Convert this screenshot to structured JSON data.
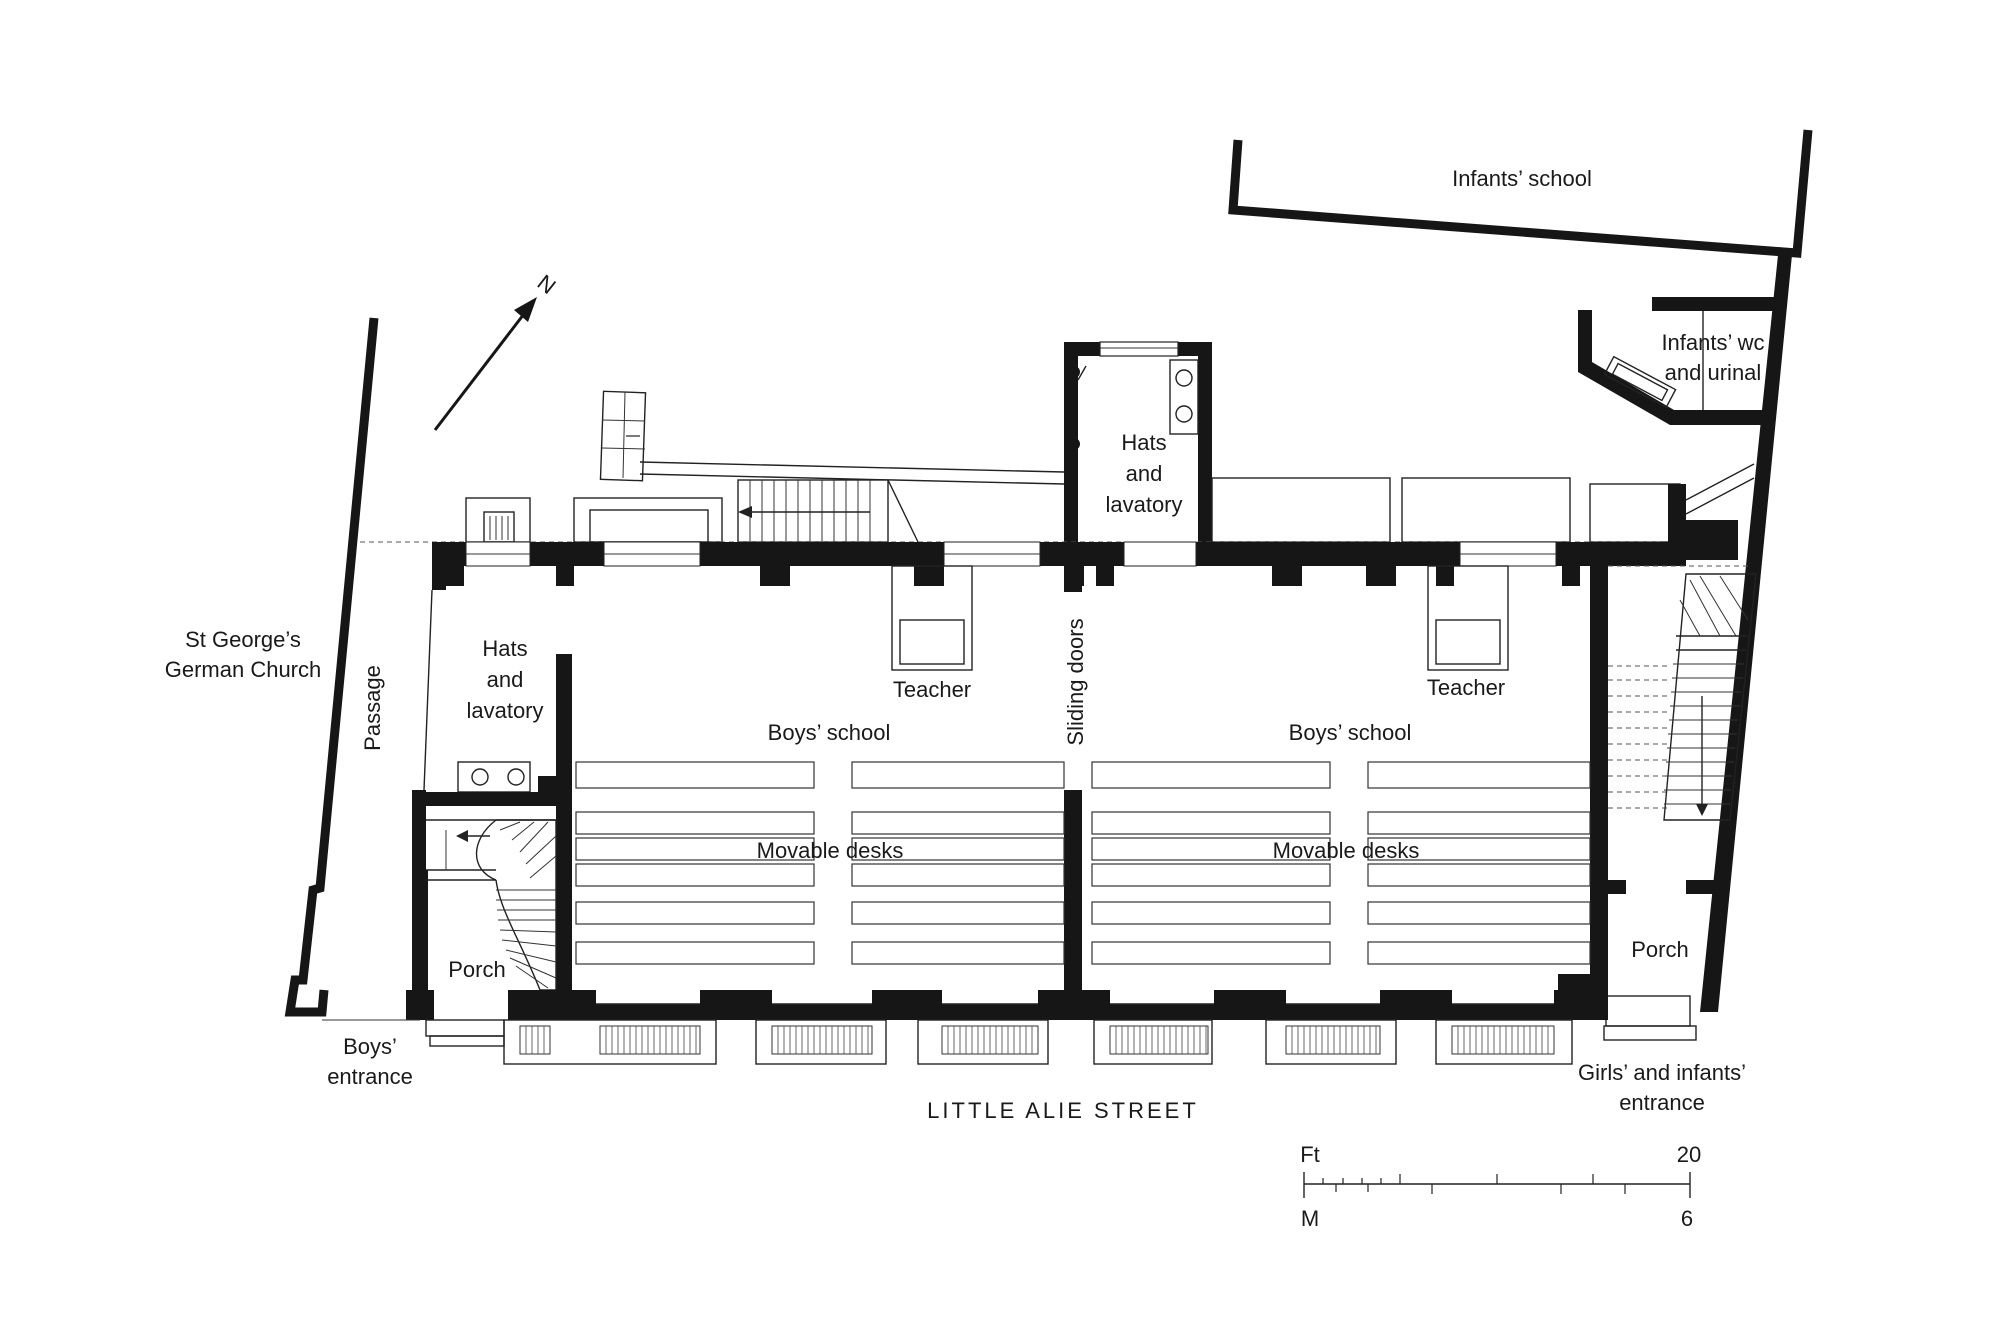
{
  "labels": {
    "infants_school": "Infants’ school",
    "infants_wc_line1": "Infants’ wc",
    "infants_wc_line2": "and urinal",
    "hats_upper_line1": "Hats",
    "hats_upper_line2": "and",
    "hats_upper_line3": "lavatory",
    "hats_left_line1": "Hats",
    "hats_left_line2": "and",
    "hats_left_line3": "lavatory",
    "st_george_line1": "St George’s",
    "st_george_line2": "German Church",
    "passage": "Passage",
    "teacher_left": "Teacher",
    "teacher_right": "Teacher",
    "sliding_doors": "Sliding doors",
    "boys_school_left": "Boys’ school",
    "boys_school_right": "Boys’ school",
    "movable_desks_left": "Movable desks",
    "movable_desks_right": "Movable desks",
    "porch_left": "Porch",
    "porch_right": "Porch",
    "boys_entrance_line1": "Boys’",
    "boys_entrance_line2": "entrance",
    "girls_entrance_line1": "Girls’ and infants’",
    "girls_entrance_line2": "entrance",
    "street": "LITTLE ALIE STREET",
    "north": "N"
  },
  "scale_bar": {
    "unit_top": "Ft",
    "unit_bottom": "M",
    "max_top": "20",
    "max_bottom": "6"
  },
  "colors": {
    "wall": "#161616",
    "line": "#222222",
    "background": "#ffffff"
  }
}
